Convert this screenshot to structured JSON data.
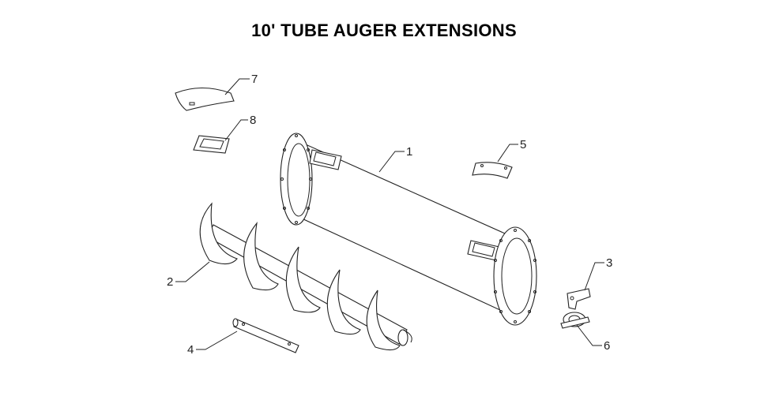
{
  "title": "10' TUBE AUGER EXTENSIONS",
  "callouts": {
    "c1": "1",
    "c2": "2",
    "c3": "3",
    "c4": "4",
    "c5": "5",
    "c6": "6",
    "c7": "7",
    "c8": "8"
  }
}
